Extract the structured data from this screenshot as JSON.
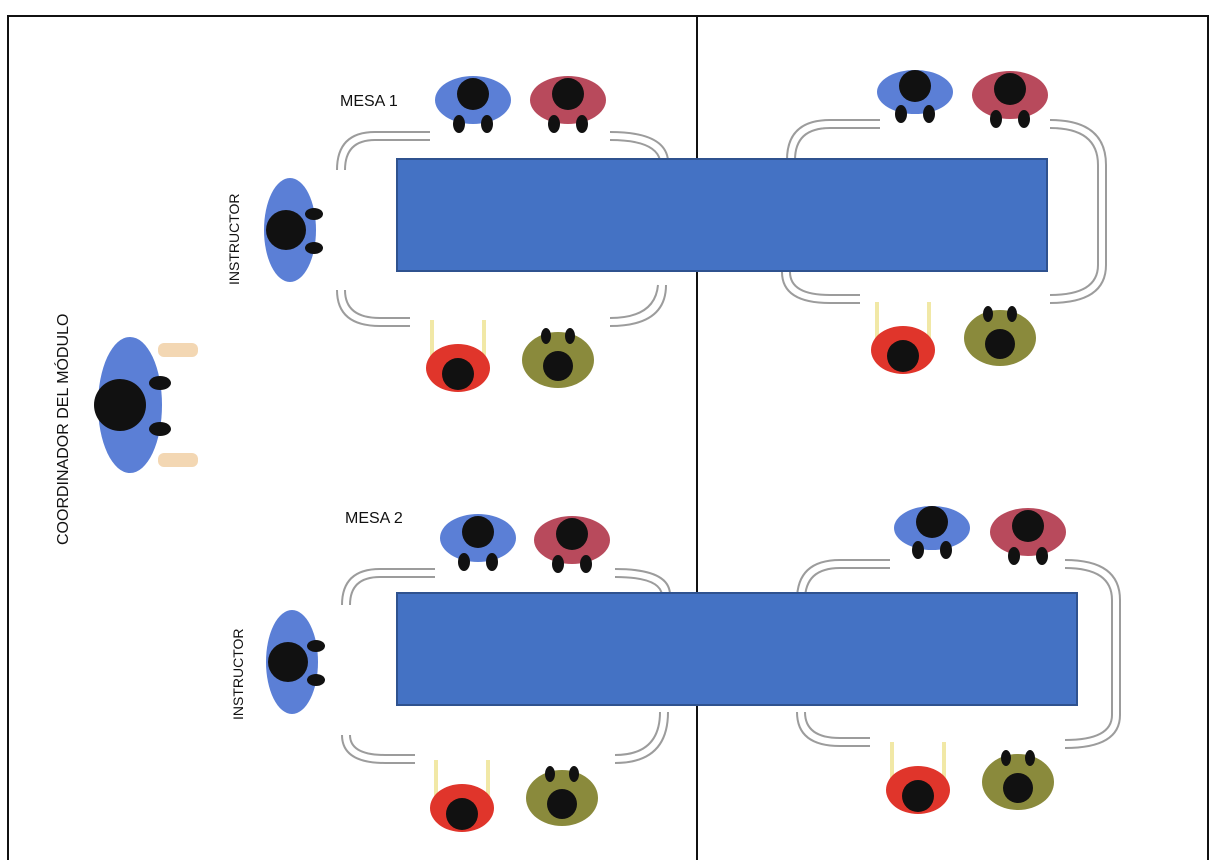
{
  "labels": {
    "coordinator": "COORDINADOR DEL MÓDULO",
    "mesa_1": "MESA 1",
    "mesa_2": "MESA 2",
    "instructor_1": "INSTRUCTOR",
    "instructor_2": "INSTRUCTOR"
  },
  "colors": {
    "table_fill": "#4472C4",
    "table_stroke": "#2F528F",
    "frame": "#111111",
    "chair": "#9c9c9c",
    "blue_person": "#5B7FD6",
    "maroon_person": "#B84A5C",
    "red_person": "#E0352B",
    "olive_person": "#8A8A3C",
    "head": "#111111"
  },
  "tables": [
    {
      "name": "mesa-1",
      "seats": [
        "blue",
        "maroon",
        "blue",
        "maroon",
        "red",
        "olive",
        "red",
        "olive"
      ]
    },
    {
      "name": "mesa-2",
      "seats": [
        "blue",
        "maroon",
        "blue",
        "maroon",
        "red",
        "olive",
        "red",
        "olive"
      ]
    }
  ]
}
